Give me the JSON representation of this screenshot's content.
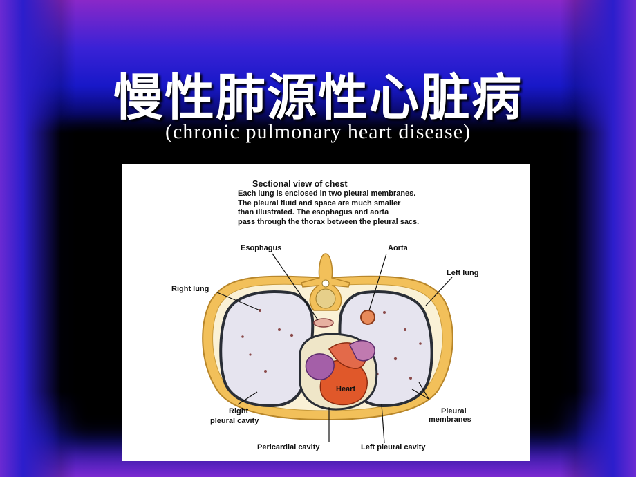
{
  "slide": {
    "title": "慢性肺源性心脏病",
    "subtitle": "(chronic pulmonary heart disease)"
  },
  "figure": {
    "heading": "Sectional view of chest",
    "caption_lines": [
      "Each lung is enclosed in two pleural membranes.",
      "The pleural fluid and space are much smaller",
      "than illustrated.  The esophagus and aorta",
      "pass through the thorax between the pleural sacs."
    ],
    "labels": {
      "esophagus": "Esophagus",
      "aorta": "Aorta",
      "right_lung": "Right lung",
      "left_lung": "Left lung",
      "heart": "Heart",
      "right_pleural_1": "Right",
      "right_pleural_2": "pleural cavity",
      "pleural_membranes_1": "Pleural",
      "pleural_membranes_2": "membranes",
      "pericardial_cavity": "Pericardial cavity",
      "left_pleural_cavity": "Left pleural cavity"
    }
  },
  "colors": {
    "bone": "#f2c05a",
    "lung": "#e6e4ef",
    "pleura": "#2a2e36",
    "heart": "#e0582a",
    "vessel": "#a45fa8"
  }
}
